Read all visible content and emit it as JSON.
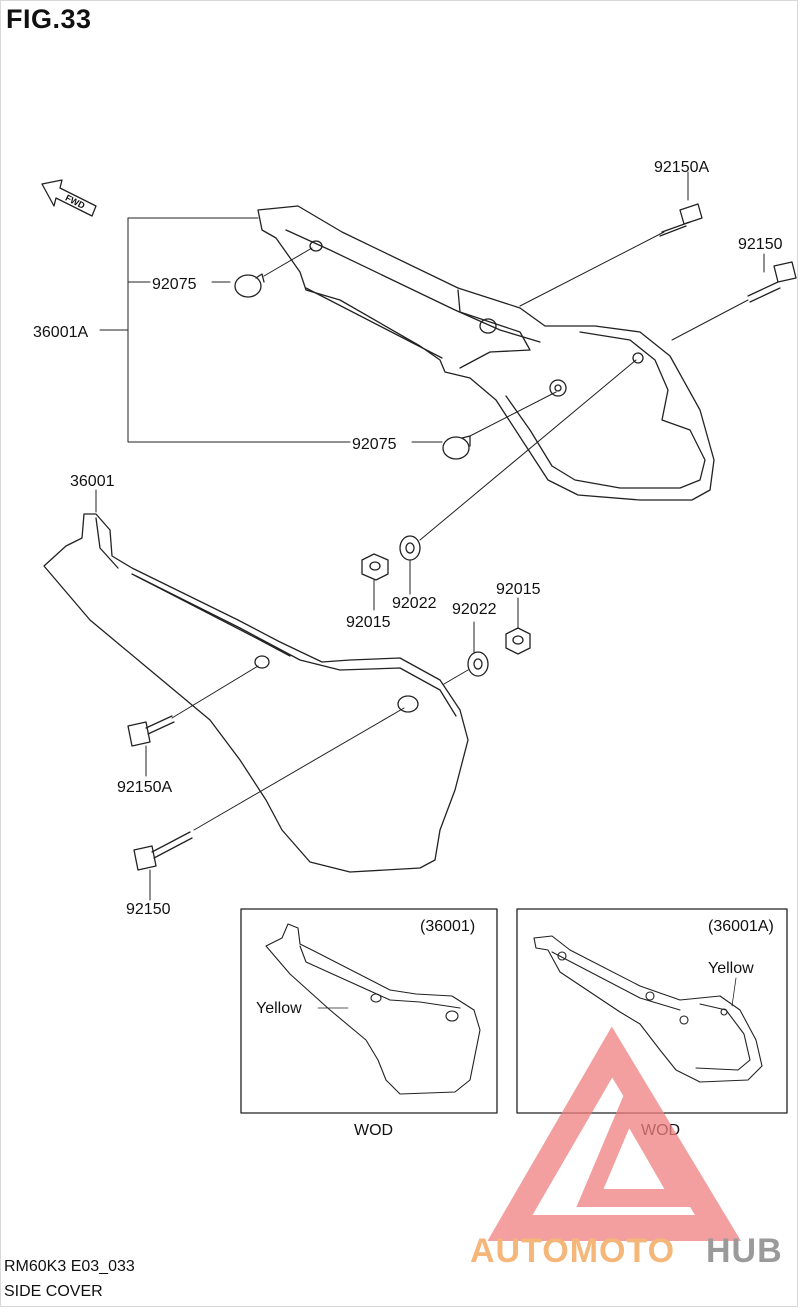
{
  "figure": {
    "title": "FIG.33"
  },
  "direction": {
    "fwd": "FWD"
  },
  "callouts": {
    "bolt_a_top": "92150A",
    "bolt_top": "92150",
    "grommet_upper": "92075",
    "grommet_lower": "92075",
    "assembly_a": "36001A",
    "cover": "36001",
    "nut_left": "92015",
    "washer_left": "92022",
    "washer_right": "92022",
    "nut_right": "92015",
    "bolt_a_bottom": "92150A",
    "bolt_bottom": "92150"
  },
  "insets": [
    {
      "ref": "(36001)",
      "color_note": "Yellow",
      "caption": "WOD"
    },
    {
      "ref": "(36001A)",
      "color_note": "Yellow",
      "caption": "WOD"
    }
  ],
  "footer": {
    "model_code": "RM60K3 E03_033",
    "section": "SIDE COVER"
  },
  "watermark": {
    "part1": "AUTOMOTO",
    "part2": "HUB",
    "color1": "#f5b67a",
    "color2": "#9a9a9a",
    "logo_color": "#f08080"
  }
}
